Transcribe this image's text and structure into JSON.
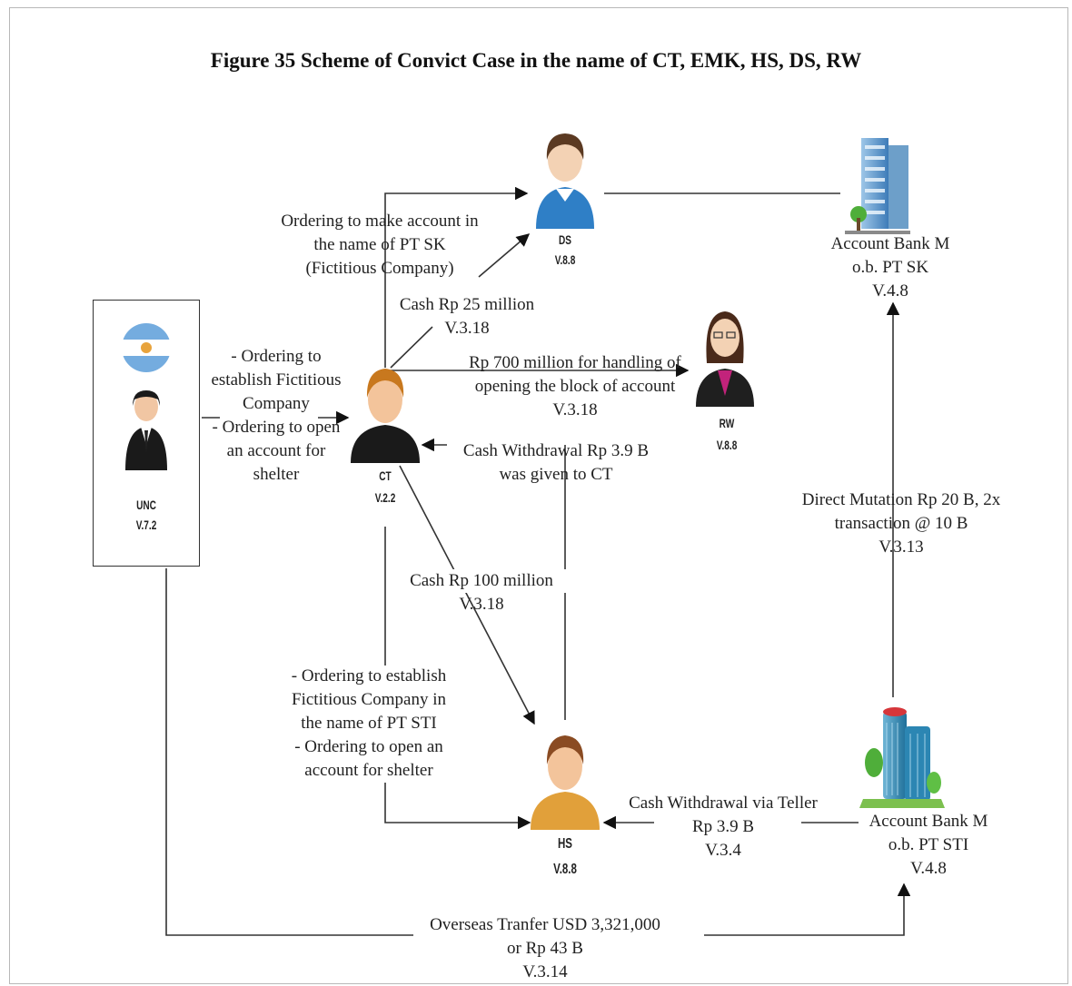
{
  "title": "Figure 35 Scheme of Convict Case in the name of CT, EMK, HS, DS, RW",
  "nodes": {
    "unc": {
      "name": "UNC",
      "code": "V.7.2"
    },
    "ct": {
      "name": "CT",
      "code": "V.2.2"
    },
    "ds": {
      "name": "DS",
      "code": "V.8.8"
    },
    "rw": {
      "name": "RW",
      "code": "V.8.8"
    },
    "hs": {
      "name": "HS",
      "code": "V.8.8"
    },
    "bank_sk": {
      "line1": "Account Bank M",
      "line2": "o.b. PT SK",
      "code": "V.4.8"
    },
    "bank_sti": {
      "line1": "Account Bank M",
      "line2": "o.b. PT STI",
      "code": "V.4.8"
    }
  },
  "edges": {
    "unc_ct": [
      "- Ordering to",
      "establish Fictitious",
      "Company",
      "- Ordering to open",
      "an account for",
      "shelter"
    ],
    "ct_ds_order": [
      "Ordering to make account in",
      "the name of PT SK",
      "(Fictitious Company)"
    ],
    "ct_ds_cash": [
      "Cash Rp 25 million",
      "V.3.18"
    ],
    "ct_rw": [
      "Rp 700 million for handling of",
      "opening the block of account",
      "V.3.18"
    ],
    "hs_ct": [
      "Cash Withdrawal Rp 3.9 B",
      "was given to CT"
    ],
    "ct_hs_cash": [
      "Cash Rp 100 million",
      "V.3.18"
    ],
    "ct_hs_order": [
      "- Ordering to  establish",
      "Fictitious Company in",
      "the name of PT STI",
      "- Ordering to open an",
      "account for shelter"
    ],
    "sti_sk": [
      "Direct Mutation Rp 20 B, 2x",
      "transaction @ 10 B",
      "V.3.13"
    ],
    "sti_hs": [
      "Cash Withdrawal via Teller",
      "Rp 3.9 B",
      "V.3.4"
    ],
    "unc_sti": [
      "Overseas Tranfer USD 3,321,000",
      "or Rp 43 B",
      "V.3.14"
    ]
  }
}
